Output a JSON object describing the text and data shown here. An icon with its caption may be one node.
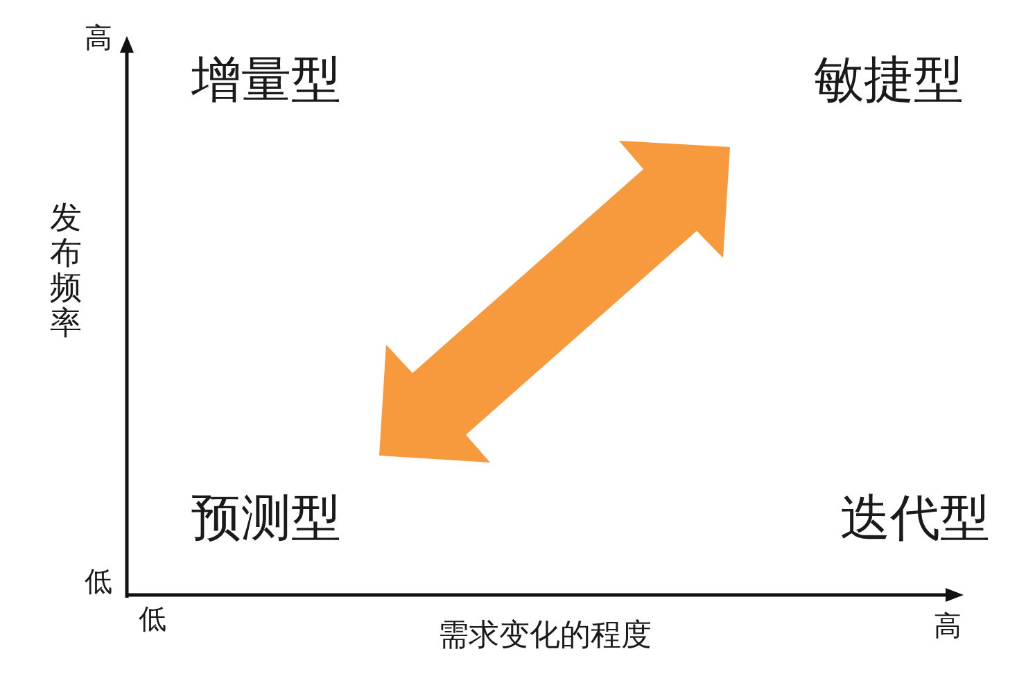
{
  "diagram": {
    "labels": [
      "高",
      "发布频率",
      "低",
      "增量型",
      "敏捷型",
      "预测型",
      "迭代型",
      "低",
      "需求变化的程度",
      "高"
    ]
  }
}
